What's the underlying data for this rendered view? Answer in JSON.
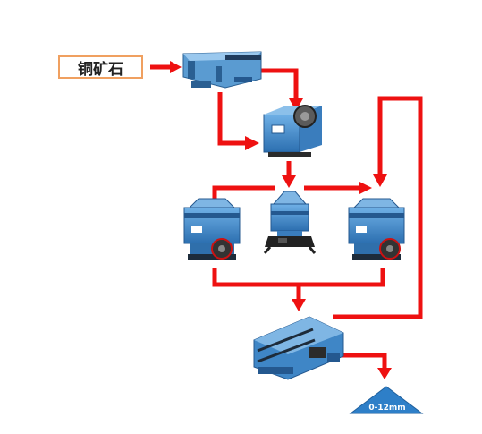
{
  "input": {
    "label": "铜矿石"
  },
  "output": {
    "label": "0-12mm"
  },
  "colors": {
    "flow": "#ee1111",
    "machine": "#3f86c6",
    "machine_dark": "#24588f",
    "frame": "#2b2b2b",
    "product_pile": "#2e7fc8",
    "input_border": "#f0a060"
  },
  "machines": [
    {
      "name": "vibrating-feeder",
      "icon": "feeder-icon"
    },
    {
      "name": "jaw-crusher",
      "icon": "jaw-crusher-icon"
    },
    {
      "name": "cone-crusher-left",
      "icon": "cone-crusher-icon"
    },
    {
      "name": "cone-crusher-center",
      "icon": "cone-crusher-icon"
    },
    {
      "name": "cone-crusher-right",
      "icon": "cone-crusher-icon"
    },
    {
      "name": "vibrating-screen",
      "icon": "vibrating-screen-icon"
    }
  ]
}
